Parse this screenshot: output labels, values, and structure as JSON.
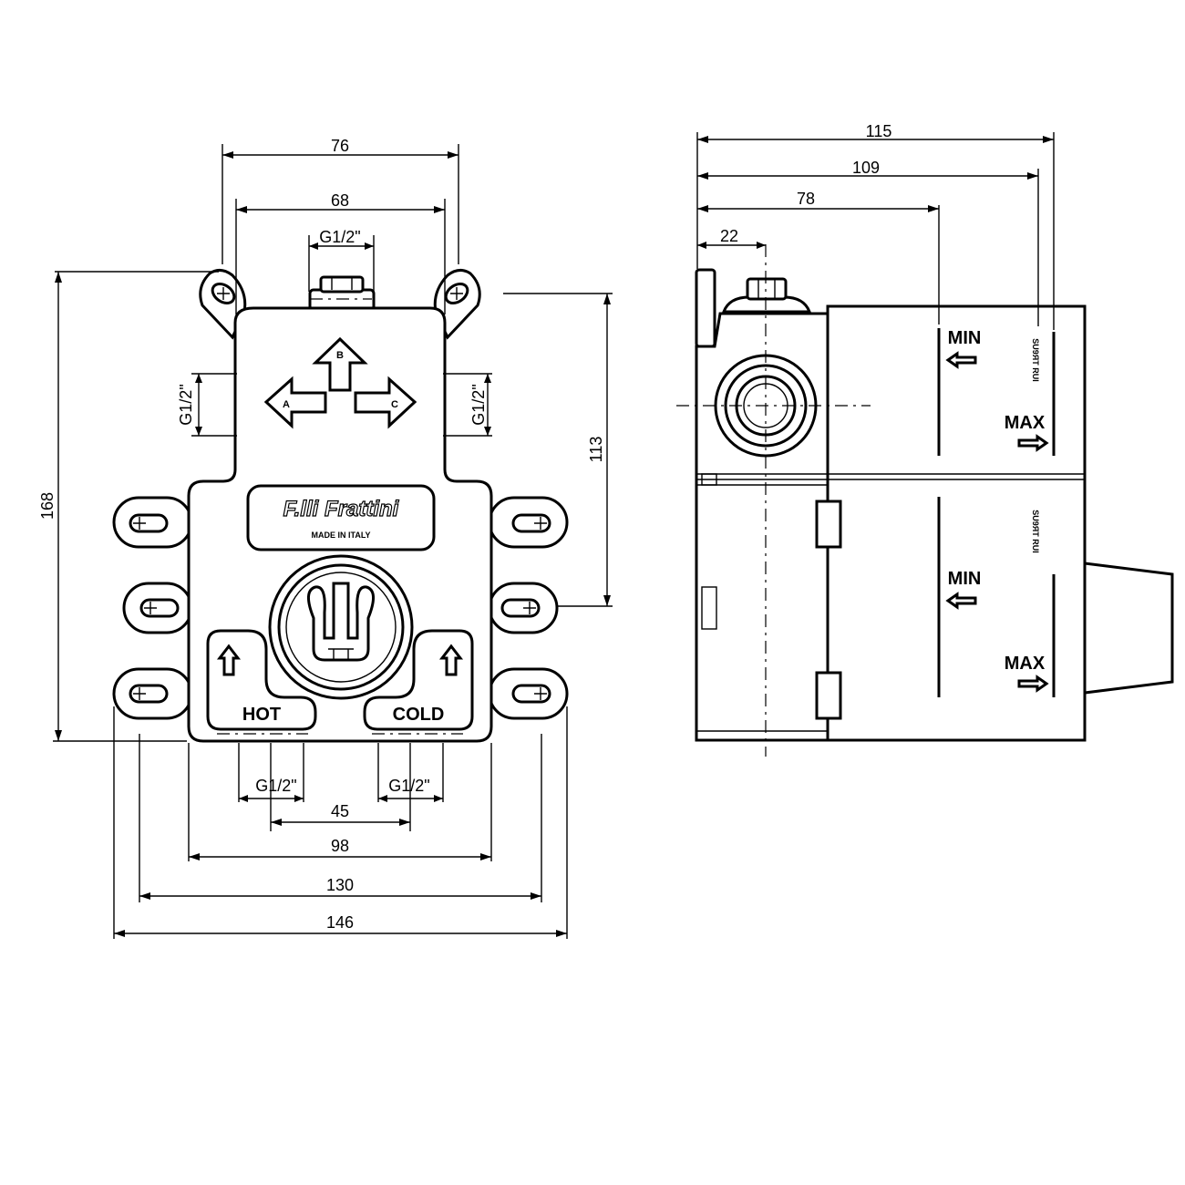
{
  "front_view": {
    "brand": "F.lli Frattini",
    "origin": "MADE IN ITALY",
    "outlet_b": "B",
    "outlet_a": "A",
    "outlet_c": "C",
    "hot_label": "HOT",
    "cold_label": "COLD",
    "dimensions": {
      "top_outer": "76",
      "top_inner": "68",
      "top_thread": "G1/2\"",
      "side_left_thread": "G1/2\"",
      "side_right_thread": "G1/2\"",
      "height_total": "168",
      "height_upper": "113",
      "hot_thread": "G1/2\"",
      "cold_thread": "G1/2\"",
      "inlet_spacing": "45",
      "body_width": "98",
      "holes_width": "130",
      "overall_width": "146"
    }
  },
  "side_view": {
    "min_label_top": "MIN",
    "max_label_top": "MAX",
    "min_label_bottom": "MIN",
    "max_label_bottom": "MAX",
    "vertical_mark_top": "SU9ЯT RUI",
    "vertical_mark_bottom": "SU9ЯT RUI",
    "dimensions": {
      "depth_total": "115",
      "depth_109": "109",
      "depth_78": "78",
      "depth_22": "22"
    }
  }
}
